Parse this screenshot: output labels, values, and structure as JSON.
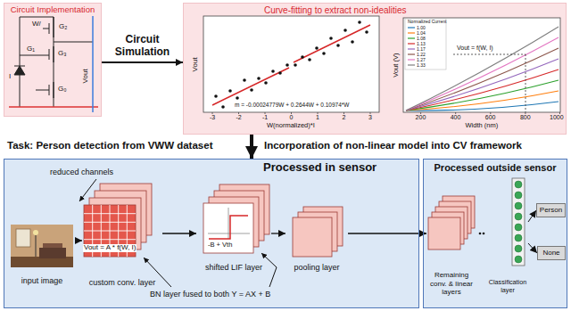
{
  "diagram": {
    "nodes": [
      {
        "text": [
          "Circuit Implementation"
        ]
      },
      {
        "text": [
          "Curve-fitting to extract non-idealities"
        ]
      },
      {
        "text": [
          "Processed in sensor"
        ]
      },
      {
        "text": [
          "input image"
        ],
        "in": 2
      },
      {
        "text": [
          "custom conv. layer"
        ],
        "in": 2
      },
      {
        "text": [
          "shifted LIF layer"
        ],
        "in": 2
      },
      {
        "text": [
          "pooling layer"
        ],
        "in": 2
      },
      {
        "text": [
          "Processed outside sensor"
        ]
      },
      {
        "text": [
          "Remaining conv. & linear layers"
        ],
        "in": 7
      },
      {
        "text": [
          "Classification layer"
        ],
        "in": 7
      },
      {
        "text": [
          "Person"
        ],
        "in": 7
      },
      {
        "text": [
          "None"
        ],
        "in": 7
      }
    ],
    "edges": [
      {
        "from": 0,
        "to": 1,
        "label": "Circuit Simulation",
        "arrow": "to"
      },
      {
        "from": 1,
        "to": 2,
        "arrow": "to"
      },
      {
        "from": 3,
        "to": 4,
        "arrow": "to"
      },
      {
        "from": 4,
        "to": 5,
        "arrow": "to"
      },
      {
        "from": 5,
        "to": 6,
        "arrow": "to"
      },
      {
        "from": 6,
        "to": 8,
        "arrow": "to"
      },
      {
        "from": 9,
        "to": 10,
        "arrow": "to"
      },
      {
        "from": 9,
        "to": 11,
        "arrow": "to"
      }
    ],
    "labels": [
      "W/",
      "G₂",
      "G₁",
      "I",
      "G₃",
      "G₀",
      "Vout",
      "Vout",
      "-3",
      "-2",
      "-1",
      "0",
      "1",
      "2",
      "3",
      "W(normalized)*I",
      "m = -0.00024779W + 0.2644W + 0.10974*W",
      "Vout (V)",
      "200",
      "400",
      "600",
      "800",
      "1000",
      "Width (nm)",
      "Normalized Current",
      "Vout = f(W, I)",
      "Task: Person detection from VWW dataset",
      "Incorporation of non-linear model into CV framework",
      "reduced channels",
      "Vout = A * f(W, I)",
      "-B + Vth",
      "BN layer fused to both Y = AX + B"
    ],
    "legend": [
      {
        "text": "1.00"
      },
      {
        "text": "1.04"
      },
      {
        "text": "1.08"
      },
      {
        "text": "1.13"
      },
      {
        "text": "1.17"
      },
      {
        "text": "1.22"
      },
      {
        "text": "1.27"
      },
      {
        "text": "1.33"
      }
    ]
  }
}
